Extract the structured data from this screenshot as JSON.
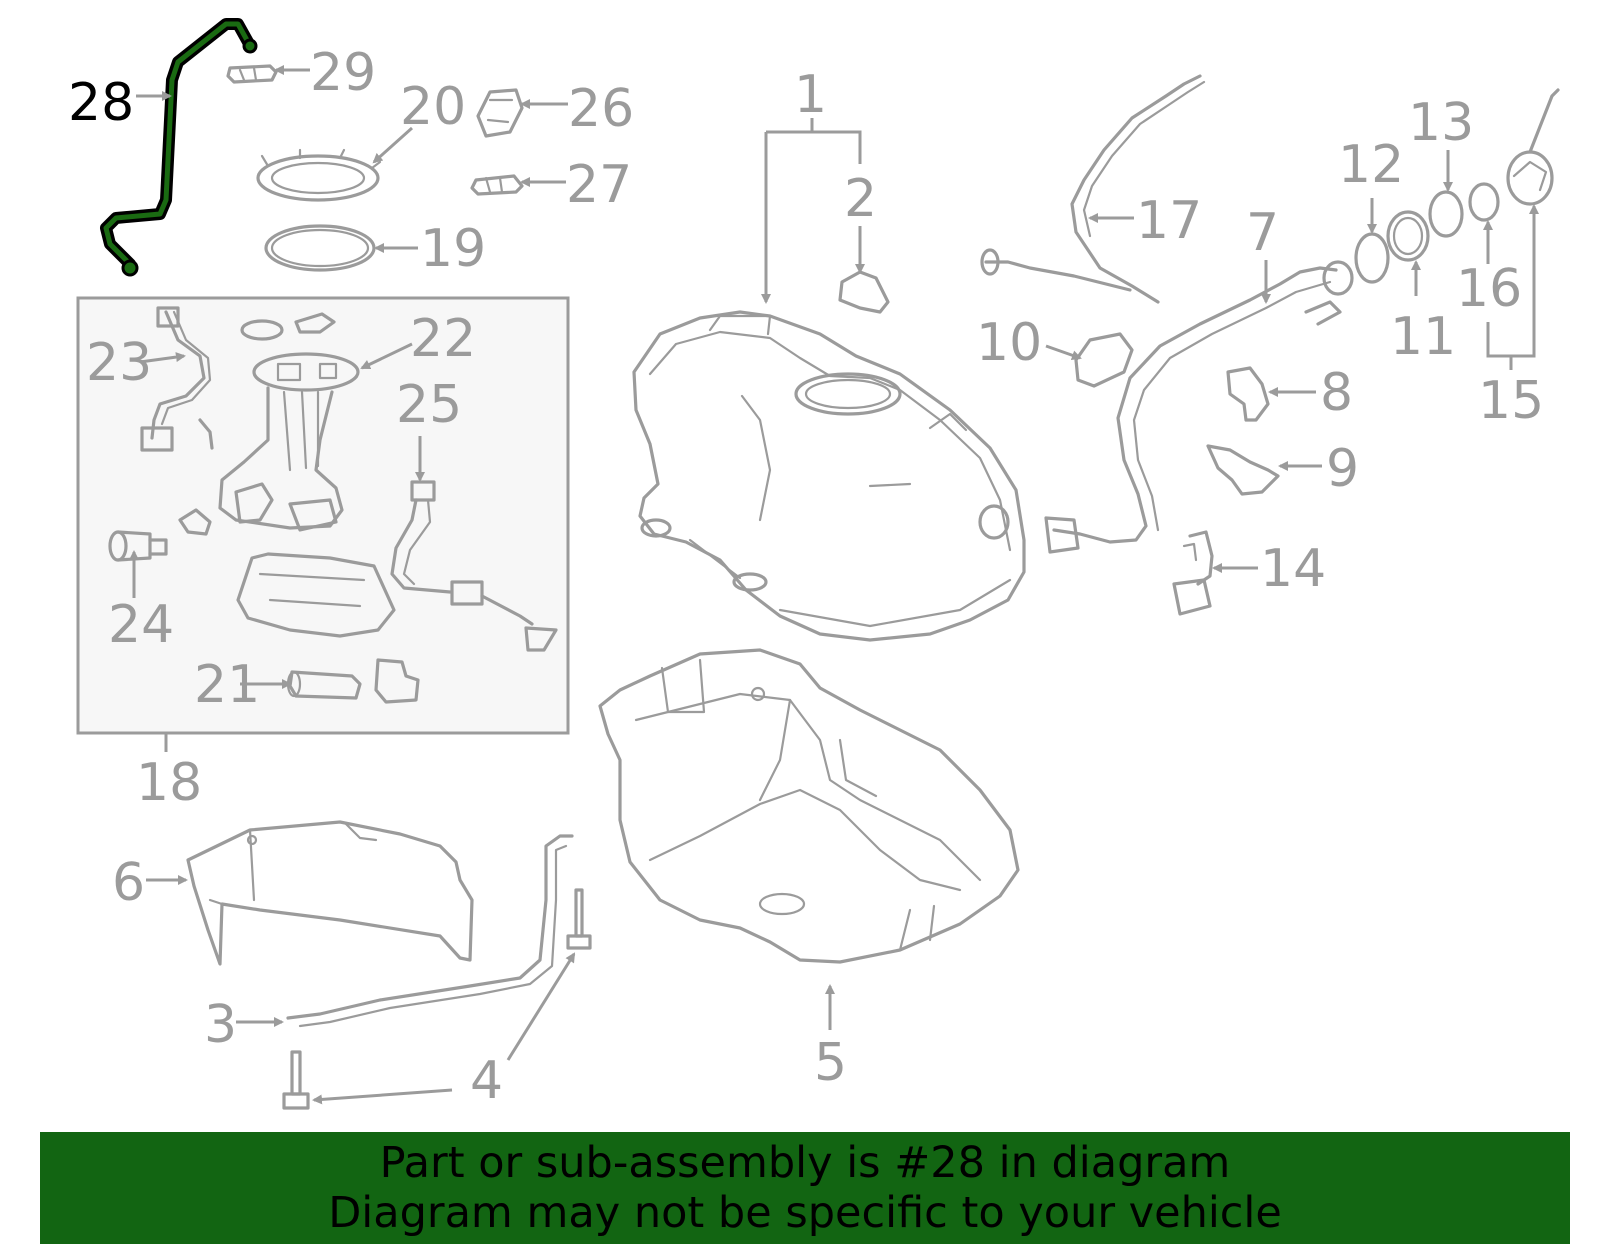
{
  "highlight_color": "#126512",
  "selected_part": "28",
  "callouts": {
    "c1": "1",
    "c2": "2",
    "c3": "3",
    "c4": "4",
    "c5": "5",
    "c6": "6",
    "c7": "7",
    "c8": "8",
    "c9": "9",
    "c10": "10",
    "c11": "11",
    "c12": "12",
    "c13": "13",
    "c14": "14",
    "c15": "15",
    "c16": "16",
    "c17": "17",
    "c18": "18",
    "c19": "19",
    "c20": "20",
    "c21": "21",
    "c22": "22",
    "c23": "23",
    "c24": "24",
    "c25": "25",
    "c26": "26",
    "c27": "27",
    "c28": "28",
    "c29": "29"
  },
  "banner": {
    "line1": "Part or sub-assembly is #28 in diagram",
    "line2": "Diagram may not be specific to your vehicle"
  }
}
